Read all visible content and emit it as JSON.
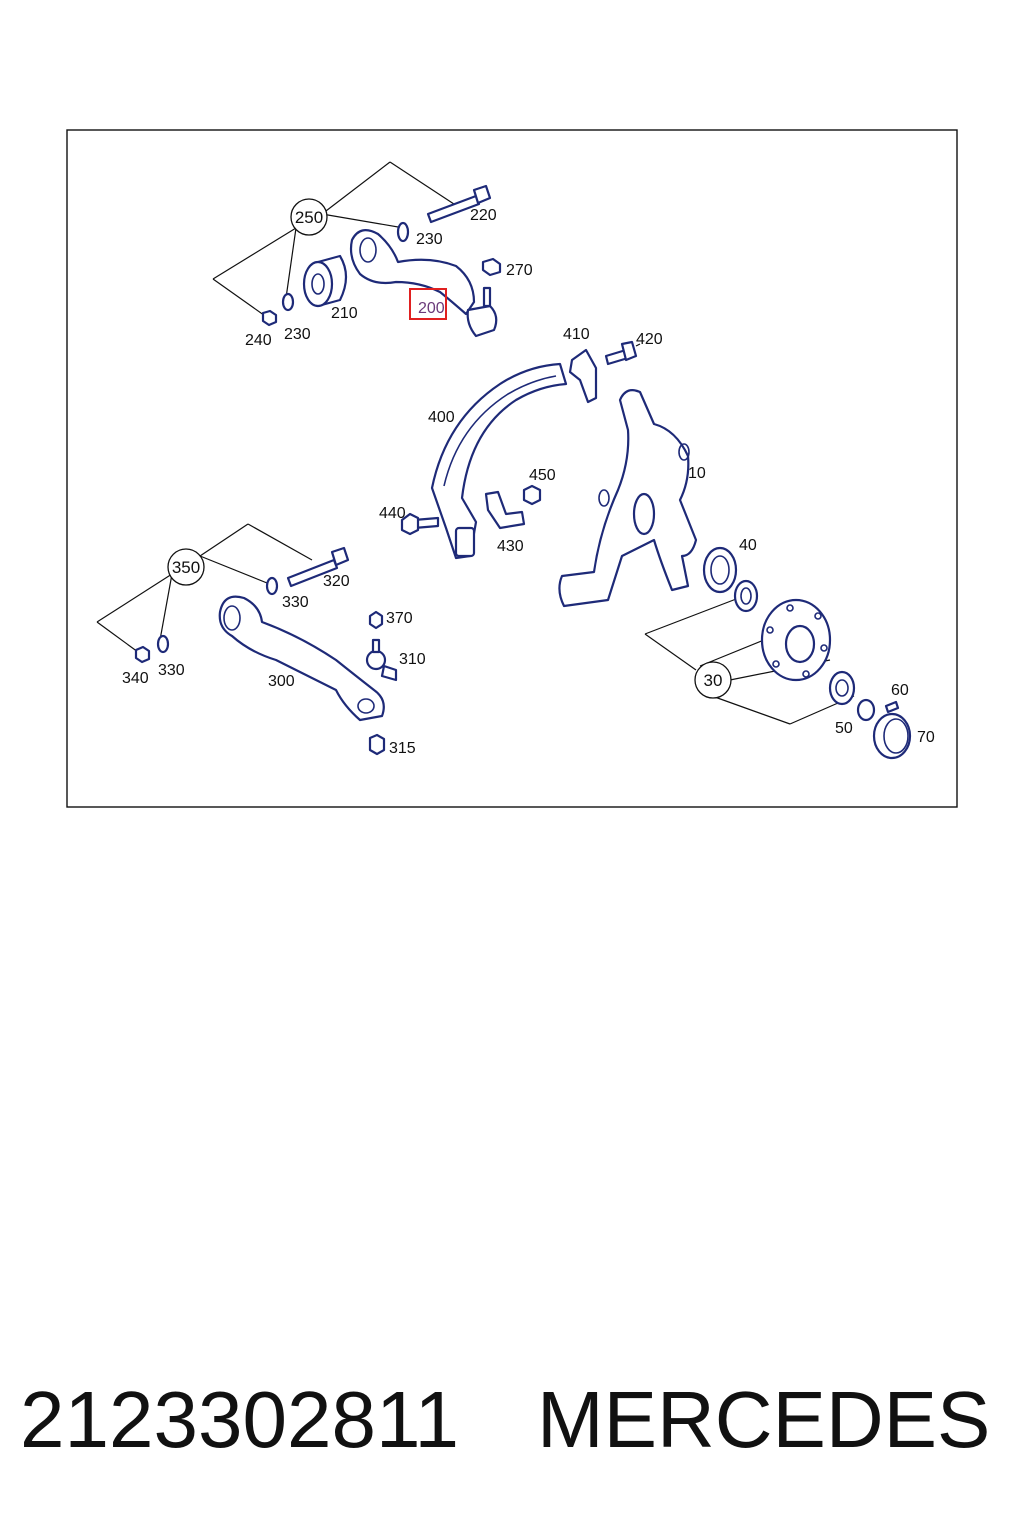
{
  "footer": {
    "part_number": "2123302811",
    "brand": "MERCEDES"
  },
  "diagram": {
    "highlight_color": "#e02020",
    "line_color": "#1e2a78",
    "highlighted_label": "200",
    "labels": {
      "l250": "250",
      "l220": "220",
      "l230a": "230",
      "l270": "270",
      "l210": "210",
      "l230b": "230",
      "l240": "240",
      "l200": "200",
      "l410": "410",
      "l420": "420",
      "l400": "400",
      "l10": "10",
      "l450": "450",
      "l440": "440",
      "l430": "430",
      "l40": "40",
      "l350": "350",
      "l320": "320",
      "l330a": "330",
      "l370": "370",
      "l310": "310",
      "l340": "340",
      "l330b": "330",
      "l300": "300",
      "l315": "315",
      "l30": "30",
      "l60": "60",
      "l50": "50",
      "l70": "70"
    }
  }
}
